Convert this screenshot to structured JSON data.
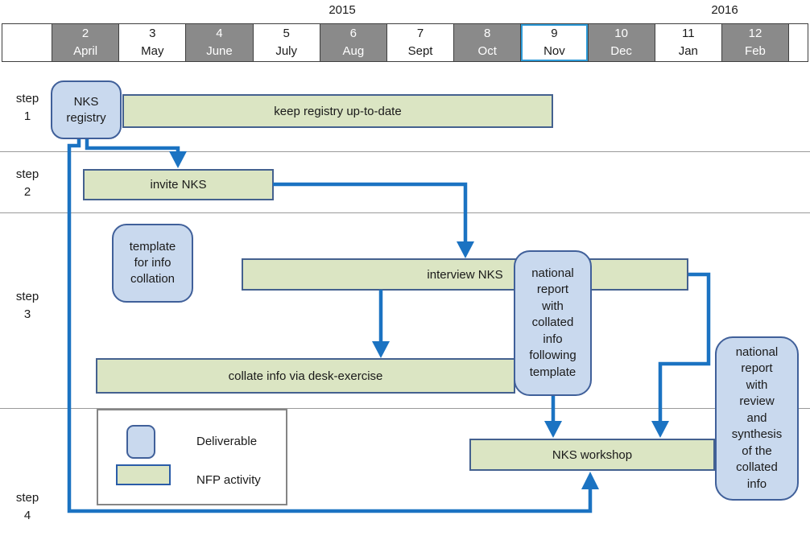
{
  "years": {
    "y2015": "2015",
    "y2016": "2016"
  },
  "timeline": {
    "months": [
      {
        "num": "2",
        "name": "April",
        "shaded": true
      },
      {
        "num": "3",
        "name": "May",
        "shaded": false
      },
      {
        "num": "4",
        "name": "June",
        "shaded": true
      },
      {
        "num": "5",
        "name": "July",
        "shaded": false
      },
      {
        "num": "6",
        "name": "Aug",
        "shaded": true
      },
      {
        "num": "7",
        "name": "Sept",
        "shaded": false
      },
      {
        "num": "8",
        "name": "Oct",
        "shaded": true
      },
      {
        "num": "9",
        "name": "Nov",
        "shaded": false,
        "highlight": true
      },
      {
        "num": "10",
        "name": "Dec",
        "shaded": true
      },
      {
        "num": "11",
        "name": "Jan",
        "shaded": false
      },
      {
        "num": "12",
        "name": "Feb",
        "shaded": true
      }
    ]
  },
  "steps": {
    "s1": {
      "label": "step",
      "num": "1"
    },
    "s2": {
      "label": "step",
      "num": "2"
    },
    "s3": {
      "label": "step",
      "num": "3"
    },
    "s4": {
      "label": "step",
      "num": "4"
    }
  },
  "activities": {
    "keep_registry": "keep registry up-to-date",
    "invite_nks": "invite NKS",
    "interview_nks": "interview NKS",
    "collate_info": "collate info via desk-exercise",
    "nks_workshop": "NKS workshop"
  },
  "deliverables": {
    "nks_registry": "NKS\nregistry",
    "template": "template\nfor info\ncollation",
    "report_collated": "national\nreport\nwith\ncollated\ninfo\nfollowing\ntemplate",
    "report_synthesis": "national\nreport\nwith\nreview\nand\nsynthesis\nof the\ncollated\ninfo"
  },
  "legend": {
    "deliverable": "Deliverable",
    "nfp_activity": "NFP activity"
  },
  "colors": {
    "activity_fill": "#dbe5c3",
    "activity_border": "#44618f",
    "legend_activity_border": "#2a5ca8",
    "deliverable_fill": "#c9d9ee",
    "deliverable_border": "#40609a",
    "connector": "#1b73c2",
    "highlight_border": "#2e9bd8",
    "header_gray": "#8a8a8a"
  }
}
